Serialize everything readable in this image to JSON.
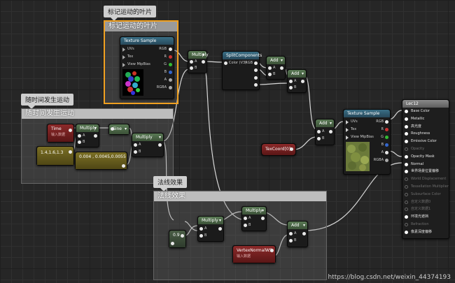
{
  "comments": {
    "leaf": {
      "bubble": "标记运动的叶片",
      "title": "标记运动的叶片"
    },
    "time": {
      "bubble": "随时间发生运动",
      "title": "随时间发生运动"
    },
    "normal": {
      "bubble": "法线效果",
      "title": "法线效果"
    }
  },
  "nodes": {
    "tex1": {
      "title": "Texture Sample",
      "pins_in": [
        "UVs",
        "Tex",
        "View MipBias"
      ],
      "pins_out": [
        "RGB",
        "R",
        "G",
        "B",
        "A",
        "RGBA"
      ]
    },
    "mul_top": {
      "title": "Multiply",
      "a": "A",
      "b": "B"
    },
    "split": {
      "title": "SplitComponents",
      "pin": "Color (V3)",
      "out": "RGB"
    },
    "add1": {
      "title": "Add",
      "a": "A",
      "b": "B"
    },
    "add2": {
      "title": "Add",
      "a": "A",
      "b": "B"
    },
    "add3": {
      "title": "Add",
      "a": "A",
      "b": "B"
    },
    "texcoord": {
      "title": "TexCoord[0]"
    },
    "time": {
      "title": "Time",
      "sub": "输入数据"
    },
    "mul_time": {
      "title": "Multiply",
      "a": "A",
      "b": "B"
    },
    "sine": {
      "title": "Sine"
    },
    "mul_mid": {
      "title": "Multiply",
      "a": "A",
      "b": "B"
    },
    "const3": {
      "title": "1.4,1.6,1.3"
    },
    "vec": {
      "title": "0.004 , 0.0045,0.0055"
    },
    "tex2": {
      "title": "Texture Sample",
      "pins_in": [
        "UVs",
        "Tex",
        "View MipBias"
      ],
      "pins_out": [
        "RGB",
        "R",
        "G",
        "B",
        "A",
        "RGBA"
      ]
    },
    "const09": {
      "title": "0.9"
    },
    "mul_n1": {
      "title": "Multiply",
      "a": "A",
      "b": "B"
    },
    "mul_n2": {
      "title": "Multiply",
      "a": "A",
      "b": "B"
    },
    "vnormal": {
      "title": "VertexNormalWS",
      "sub": "输入数据"
    },
    "add_n": {
      "title": "Add",
      "a": "A",
      "b": "B"
    }
  },
  "material": {
    "title": "Lec12",
    "pins": [
      {
        "label": "Base Color",
        "on": true
      },
      {
        "label": "Metallic",
        "on": true
      },
      {
        "label": "高光度",
        "on": true
      },
      {
        "label": "Roughness",
        "on": true
      },
      {
        "label": "Emissive Color",
        "on": true
      },
      {
        "label": "Opacity",
        "on": false
      },
      {
        "label": "Opacity Mask",
        "on": true
      },
      {
        "label": "Normal",
        "on": true
      },
      {
        "label": "世界场景位置偏移",
        "on": true
      },
      {
        "label": "World Displacement",
        "on": false
      },
      {
        "label": "Tessellation Multiplier",
        "on": false
      },
      {
        "label": "Subsurface Color",
        "on": false
      },
      {
        "label": "自定义数据0",
        "on": false
      },
      {
        "label": "自定义数据1",
        "on": false
      },
      {
        "label": "环境光遮挡",
        "on": true
      },
      {
        "label": "Refraction",
        "on": false
      },
      {
        "label": "像素深度偏移",
        "on": true
      }
    ]
  },
  "watermark": "https://blog.csdn.net/weixin_44374193"
}
